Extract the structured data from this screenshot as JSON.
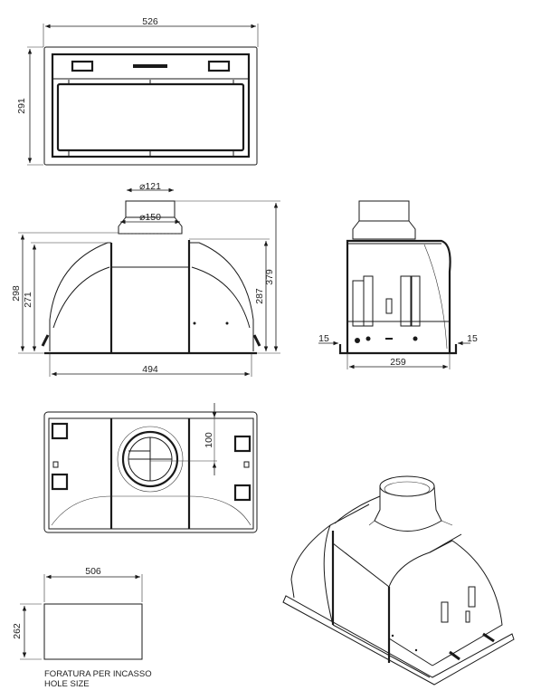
{
  "drawing": {
    "front_view": {
      "width": "526",
      "height": "291"
    },
    "side_elevation": {
      "outlet_inner_diameter": "⌀121",
      "outlet_outer_diameter": "⌀150",
      "height_total_left": "298",
      "height_body_left": "271",
      "height_body_right": "287",
      "height_total_right": "379",
      "base_width": "494"
    },
    "end_view": {
      "flange_left": "15",
      "flange_right": "15",
      "depth": "259"
    },
    "top_view": {
      "outlet_offset": "100"
    },
    "hole_size": {
      "width": "506",
      "height": "262",
      "caption_line1": "FORATURA PER INCASSO",
      "caption_line2": "HOLE SIZE"
    }
  }
}
